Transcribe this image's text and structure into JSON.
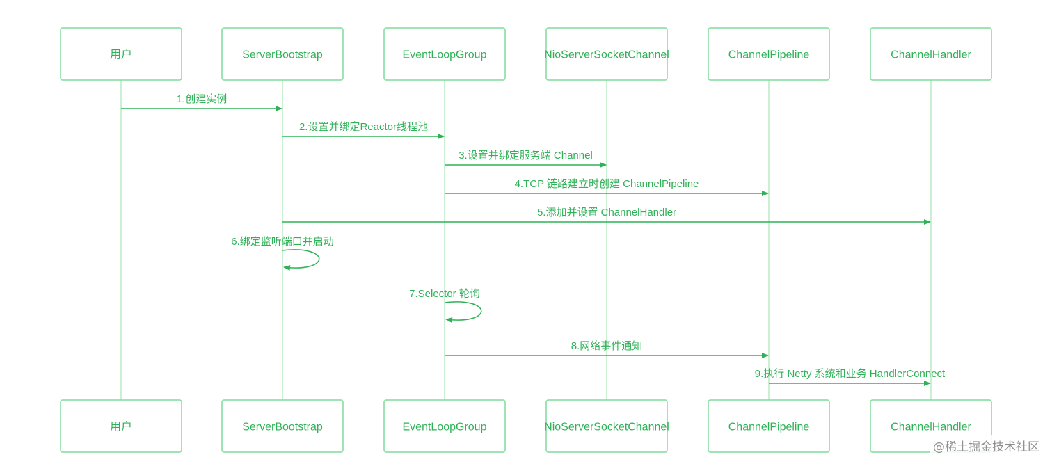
{
  "colors": {
    "accent": "#2fb257",
    "box_border": "#7fdc9b",
    "lifeline": "#a8e6b8"
  },
  "actors": [
    {
      "id": "user",
      "label": "用户"
    },
    {
      "id": "bootstrap",
      "label": "ServerBootstrap"
    },
    {
      "id": "eventloop",
      "label": "EventLoopGroup"
    },
    {
      "id": "niochannel",
      "label": "NioServerSocketChannel"
    },
    {
      "id": "pipeline",
      "label": "ChannelPipeline"
    },
    {
      "id": "handler",
      "label": "ChannelHandler"
    }
  ],
  "messages": [
    {
      "from": 0,
      "to": 1,
      "label": "1.创建实例"
    },
    {
      "from": 1,
      "to": 2,
      "label": "2.设置并绑定Reactor线程池"
    },
    {
      "from": 2,
      "to": 3,
      "label": "3.设置并绑定服务端 Channel"
    },
    {
      "from": 2,
      "to": 4,
      "label": "4.TCP 链路建立时创建 ChannelPipeline"
    },
    {
      "from": 1,
      "to": 5,
      "label": "5.添加并设置 ChannelHandler"
    },
    {
      "from": 1,
      "to": 1,
      "label": "6.绑定监听端口并启动"
    },
    {
      "from": 2,
      "to": 2,
      "label": "7.Selector 轮询"
    },
    {
      "from": 2,
      "to": 4,
      "label": "8.网络事件通知"
    },
    {
      "from": 4,
      "to": 5,
      "label": "9.执行 Netty 系统和业务 HandlerConnect"
    }
  ],
  "watermark": "@稀土掘金技术社区"
}
